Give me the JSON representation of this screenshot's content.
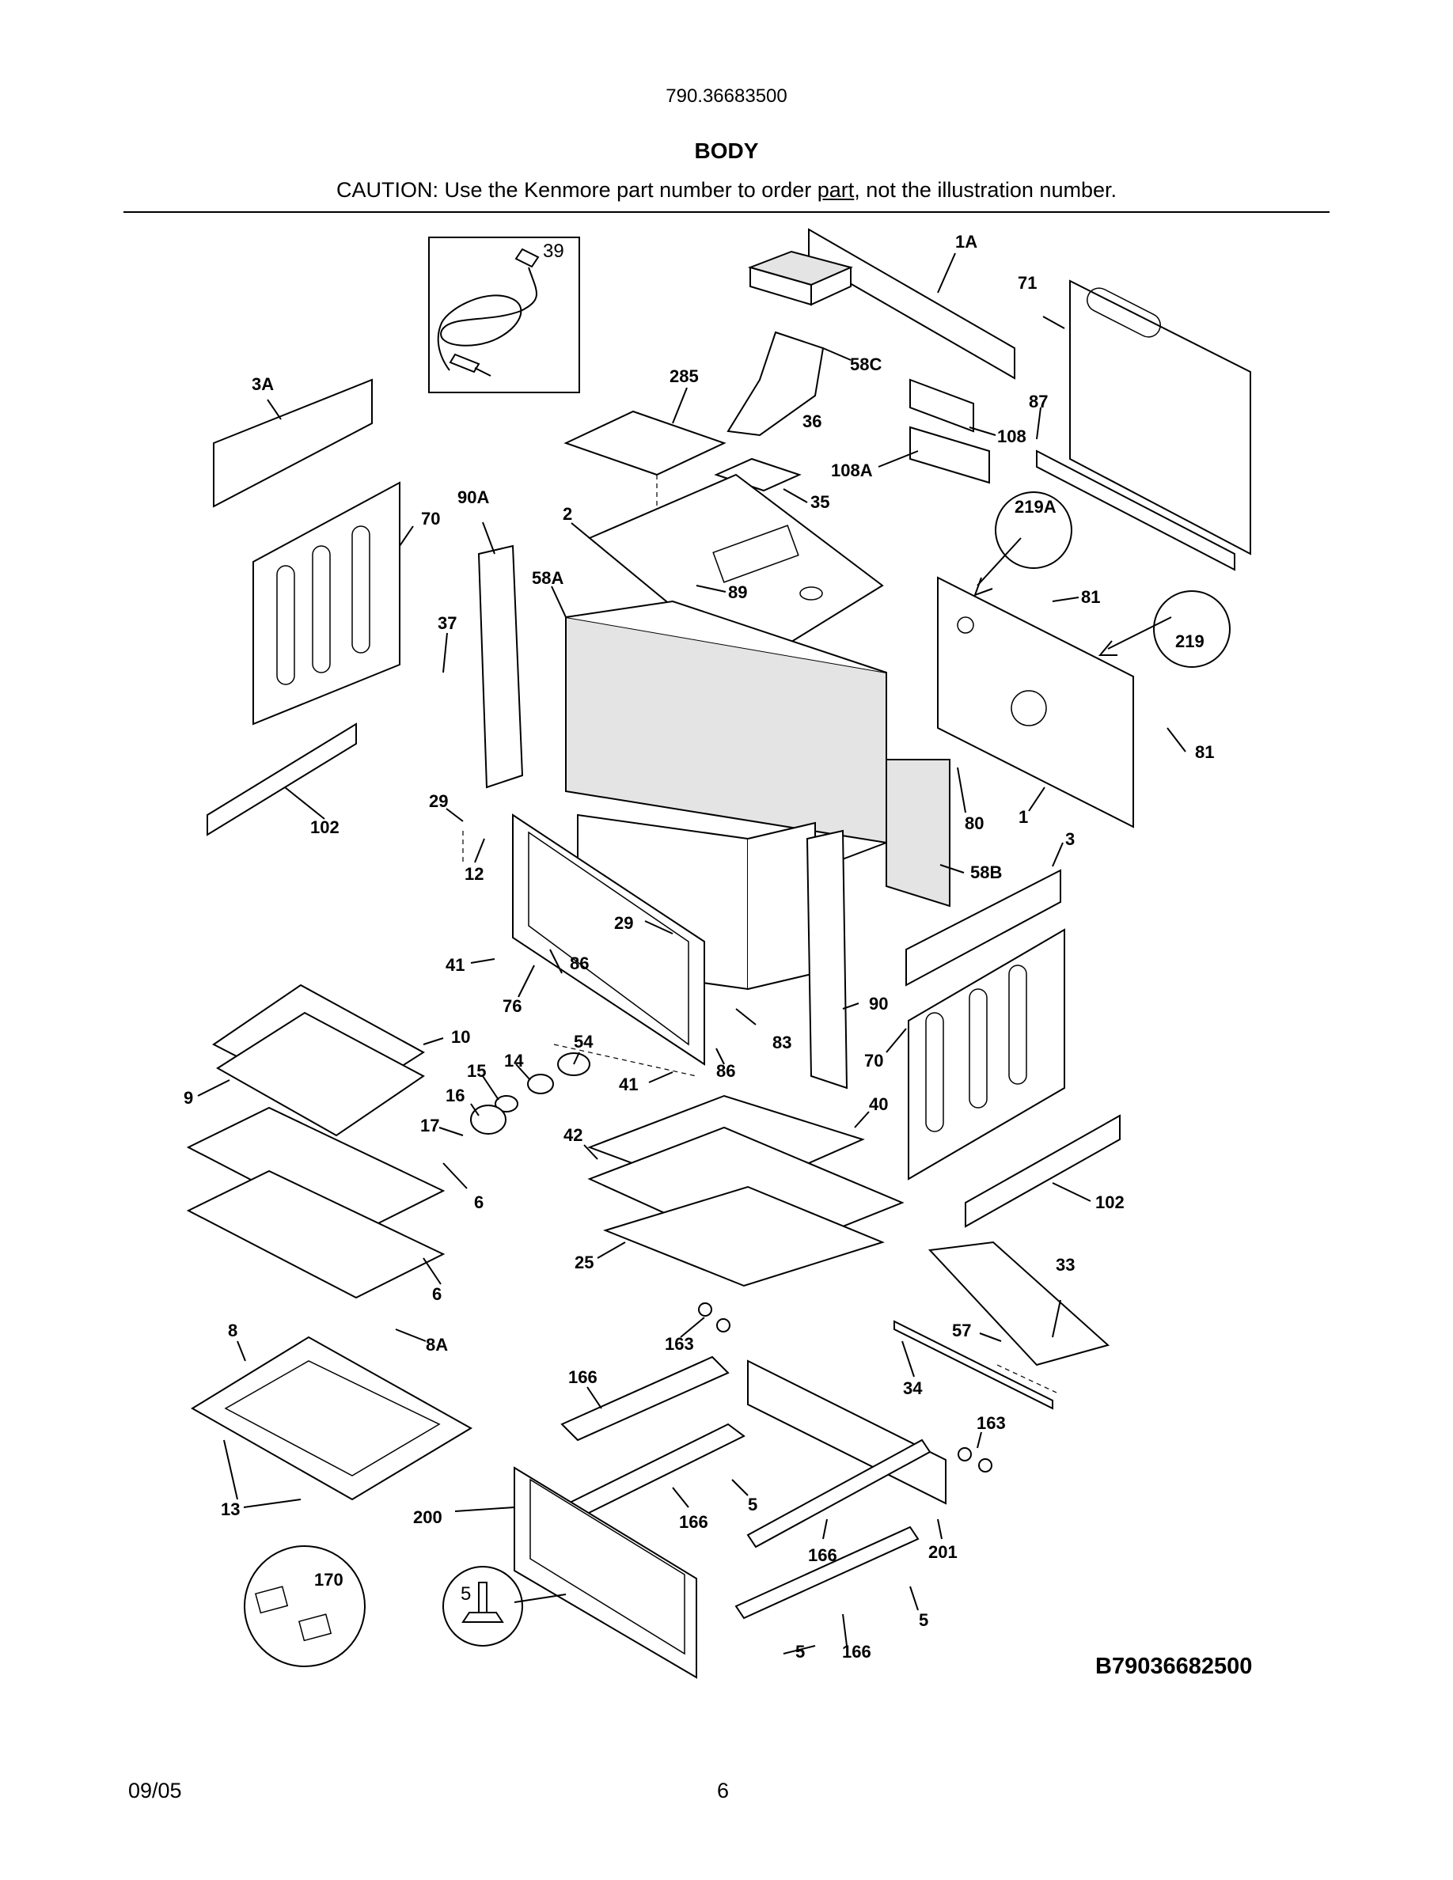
{
  "header": {
    "model_number": "790.36683500",
    "section_title": "BODY",
    "caution_prefix": "CAUTION: Use the Kenmore part number to order ",
    "caution_link": "part",
    "caution_suffix": ", not the illustration number."
  },
  "diagram": {
    "drawing_code": "B79036682500",
    "callouts": [
      "39",
      "1A",
      "71",
      "3A",
      "285",
      "58C",
      "36",
      "108",
      "87",
      "108A",
      "35",
      "90A",
      "70",
      "2",
      "219A",
      "58A",
      "89",
      "81",
      "37",
      "219",
      "81",
      "29",
      "102",
      "80",
      "1",
      "12",
      "3",
      "58B",
      "29",
      "41",
      "86",
      "76",
      "10",
      "90",
      "54",
      "83",
      "70",
      "15",
      "14",
      "41",
      "86",
      "16",
      "9",
      "17",
      "42",
      "40",
      "6",
      "102",
      "25",
      "6",
      "33",
      "8",
      "57",
      "8A",
      "163",
      "34",
      "166",
      "163",
      "13",
      "200",
      "166",
      "5",
      "166",
      "201",
      "170",
      "5",
      "5",
      "5",
      "166"
    ]
  },
  "footer": {
    "date": "09/05",
    "page": "6"
  }
}
